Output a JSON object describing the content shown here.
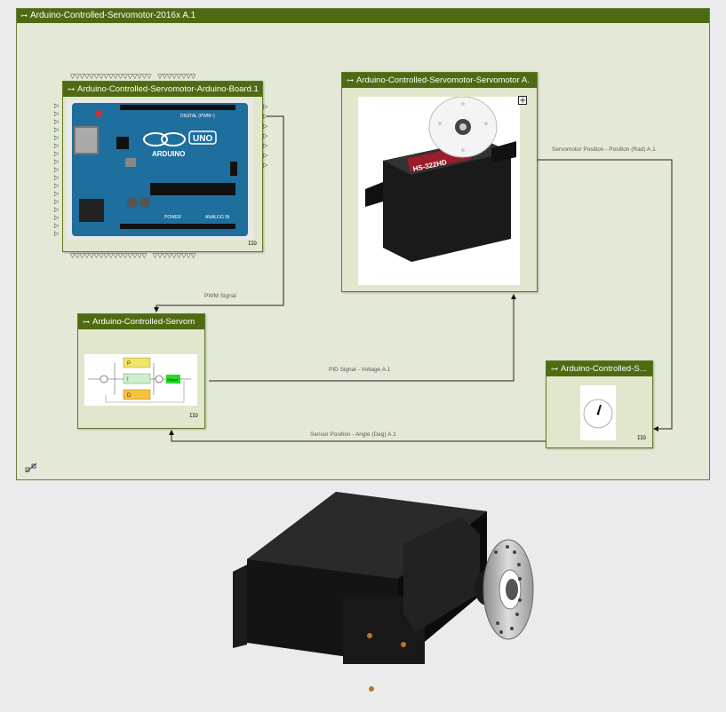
{
  "diagram": {
    "title": "Arduino-Controlled-Servomotor-2016x A.1",
    "blocks": {
      "arduino_board": {
        "title": "Arduino-Controlled-Servomotor-Arduino-Board.1",
        "io_tag": "IIO"
      },
      "servomotor": {
        "title": "Arduino-Controlled-Servomotor-Servomotor A.",
        "expand_symbol": "+"
      },
      "controller": {
        "title": "Arduino-Controlled-Servom",
        "io_tag": "IIO"
      },
      "sensor": {
        "title": "Arduino-Controlled-S...",
        "io_tag": "IIO"
      }
    },
    "connections": {
      "pwm_signal": "PWM Signal",
      "servomotor_position": "Servomotor Position - Position (Rad) A.1",
      "pid_signal": "PID Signal - Voltage A.1",
      "sensor_position": "Sensor Position - Angle (Deg) A.1"
    }
  },
  "pid_diagram": {
    "labels": [
      "P",
      "I",
      "D",
      "Output"
    ]
  },
  "board_labels": {
    "uno": "UNO",
    "brand": "ARDUINO",
    "digital": "DIGITAL (PWM~)",
    "analog": "ANALOG IN",
    "power": "POWER"
  },
  "servo_labels": {
    "model": "HS-322HD"
  },
  "colors": {
    "title_bar": "#4d6a12",
    "canvas_bg": "#e4e8d6",
    "block_bg": "#e1e7cd",
    "pcb": "#1e6f9e",
    "servo_body": "#1a1a1a"
  },
  "icons": {
    "block_glyph": "subsystem-icon",
    "corner": "blocks-diagram-icon"
  }
}
